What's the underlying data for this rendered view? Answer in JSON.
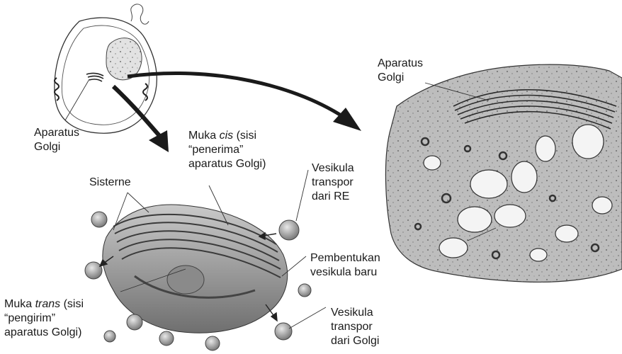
{
  "labels": {
    "golgi_cell": "Aparatus\nGolgi",
    "golgi_micrograph": "Aparatus\nGolgi",
    "sisterne": "Sisterne",
    "cis_prefix": "Muka ",
    "cis_italic": "cis",
    "cis_suffix": " (sisi\n“penerima”\naparatus Golgi)",
    "vesikula_transpor_re": "Vesikula\ntranspor\ndari RE",
    "pembentukan": "Pembentukan\nvesikula baru",
    "trans_prefix": "Muka ",
    "trans_italic": "trans",
    "trans_suffix": " (sisi\n“pengirim”\naparatus Golgi)",
    "vesikula_transpor_golgi": "Vesikula\ntranspor\ndari Golgi"
  }
}
